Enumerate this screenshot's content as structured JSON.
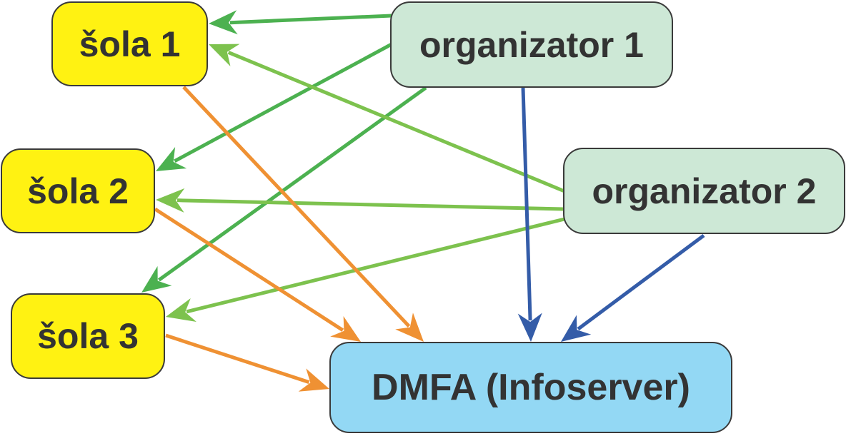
{
  "nodes": {
    "school_1": {
      "label": "šola 1"
    },
    "school_2": {
      "label": "šola 2"
    },
    "school_3": {
      "label": "šola 3"
    },
    "organizer_1": {
      "label": "organizator 1"
    },
    "organizer_2": {
      "label": "organizator 2"
    },
    "server": {
      "label": "DMFA (Infoserver)"
    }
  },
  "colors": {
    "school_fill": "#fff212",
    "organizer_fill": "#cde8d6",
    "server_fill": "#93d8f4",
    "arrow_organizer1": "#4cb150",
    "arrow_organizer2": "#7dc24e",
    "arrow_school": "#ef9133",
    "arrow_server": "#345ca8"
  },
  "edges": [
    {
      "from": "organizer_1",
      "to": "school_1",
      "color": "#4cb150"
    },
    {
      "from": "organizer_1",
      "to": "school_2",
      "color": "#4cb150"
    },
    {
      "from": "organizer_1",
      "to": "school_3",
      "color": "#4cb150"
    },
    {
      "from": "organizer_2",
      "to": "school_1",
      "color": "#7dc24e"
    },
    {
      "from": "organizer_2",
      "to": "school_2",
      "color": "#7dc24e"
    },
    {
      "from": "organizer_2",
      "to": "school_3",
      "color": "#7dc24e"
    },
    {
      "from": "school_1",
      "to": "server",
      "color": "#ef9133"
    },
    {
      "from": "school_2",
      "to": "server",
      "color": "#ef9133"
    },
    {
      "from": "school_3",
      "to": "server",
      "color": "#ef9133"
    },
    {
      "from": "organizer_1",
      "to": "server",
      "color": "#345ca8"
    },
    {
      "from": "organizer_2",
      "to": "server",
      "color": "#345ca8"
    }
  ]
}
